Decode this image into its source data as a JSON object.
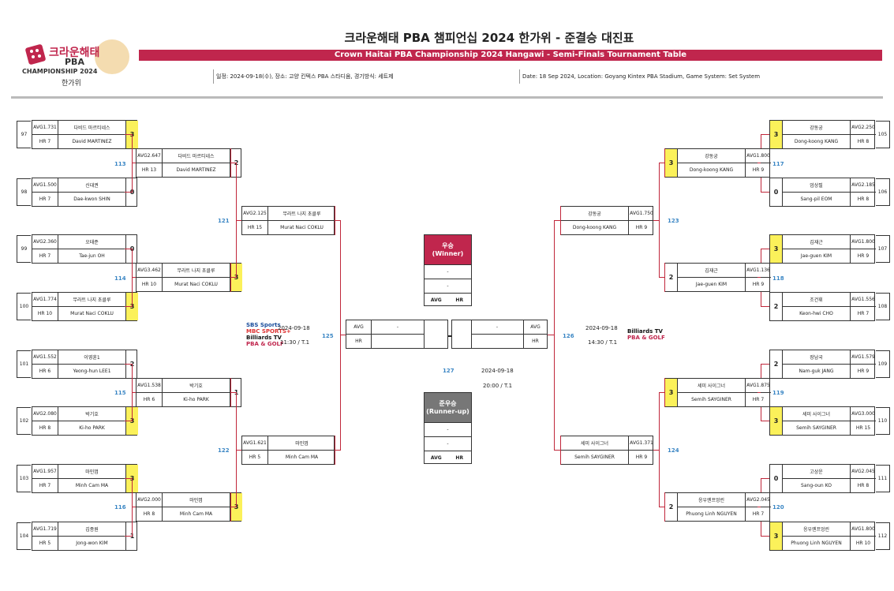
{
  "header": {
    "logo": {
      "line1": "크라운해태",
      "line2": "PBA",
      "line3": "CHAMPIONSHIP 2024",
      "line4": "한가위"
    },
    "title_ko": "크라운해태 PBA 챔피언십 2024 한가위 - 준결승 대진표",
    "title_en": "Crown Haitai PBA Championship 2024 Hangawi - Semi-Finals Tournament Table",
    "info_ko": "일정: 2024-09-18(수), 장소: 고양 킨텍스 PBA 스타디움, 경기방식: 세트제",
    "info_en": "Date: 18 Sep 2024, Location: Goyang Kintex PBA Stadium, Game System: Set System"
  },
  "r1_left": [
    {
      "num": "97",
      "avg": "AVG1.731",
      "hr": "HR 7",
      "ko": "다비드 마르티네스",
      "en": "David MARTINEZ",
      "score": "3",
      "win": true
    },
    {
      "num": "98",
      "avg": "AVG1.500",
      "hr": "HR 7",
      "ko": "신대권",
      "en": "Dae-kwon SHIN",
      "score": "0",
      "win": false
    },
    {
      "num": "99",
      "avg": "AVG2.360",
      "hr": "HR 7",
      "ko": "오태준",
      "en": "Tae-jun OH",
      "score": "0",
      "win": false
    },
    {
      "num": "100",
      "avg": "AVG1.774",
      "hr": "HR 10",
      "ko": "무라트 나지 초클루",
      "en": "Murat Naci COKLU",
      "score": "3",
      "win": true
    },
    {
      "num": "101",
      "avg": "AVG1.552",
      "hr": "HR 6",
      "ko": "이영훈1",
      "en": "Yeong-hun LEE1",
      "score": "2",
      "win": false
    },
    {
      "num": "102",
      "avg": "AVG2.080",
      "hr": "HR 8",
      "ko": "박기호",
      "en": "Ki-ho PARK",
      "score": "3",
      "win": true
    },
    {
      "num": "103",
      "avg": "AVG1.957",
      "hr": "HR 7",
      "ko": "마민껌",
      "en": "Minh Cam MA",
      "score": "3",
      "win": true
    },
    {
      "num": "104",
      "avg": "AVG1.719",
      "hr": "HR 5",
      "ko": "김종원",
      "en": "Jong-won KIM",
      "score": "1",
      "win": false
    }
  ],
  "r2_left": [
    {
      "avg": "AVG2.647",
      "hr": "HR 13",
      "ko": "다비드 마르티네스",
      "en": "David MARTINEZ",
      "score": "2",
      "win": false
    },
    {
      "avg": "AVG3.462",
      "hr": "HR 10",
      "ko": "무라트 나지 초클루",
      "en": "Murat Naci COKLU",
      "score": "3",
      "win": true
    },
    {
      "avg": "AVG1.538",
      "hr": "HR 6",
      "ko": "박기호",
      "en": "Ki-ho PARK",
      "score": "1",
      "win": false
    },
    {
      "avg": "AVG2.000",
      "hr": "HR 8",
      "ko": "마민껌",
      "en": "Minh Cam MA",
      "score": "3",
      "win": true
    }
  ],
  "r3_left": [
    {
      "avg": "AVG2.125",
      "hr": "HR 15",
      "ko": "무라트 나지 초클루",
      "en": "Murat Naci COKLU"
    },
    {
      "avg": "AVG1.621",
      "hr": "HR 5",
      "ko": "마민껌",
      "en": "Minh Cam MA"
    }
  ],
  "r1_right": [
    {
      "num": "105",
      "avg": "AVG2.250",
      "hr": "HR 8",
      "ko": "강동궁",
      "en": "Dong-koong KANG",
      "score": "3",
      "win": true
    },
    {
      "num": "106",
      "avg": "AVG2.185",
      "hr": "HR 8",
      "ko": "엄상필",
      "en": "Sang-pil EOM",
      "score": "0",
      "win": false
    },
    {
      "num": "107",
      "avg": "AVG1.800",
      "hr": "HR 9",
      "ko": "김재근",
      "en": "Jae-guen KIM",
      "score": "3",
      "win": true
    },
    {
      "num": "108",
      "avg": "AVG1.556",
      "hr": "HR 7",
      "ko": "조건휘",
      "en": "Keon-hwi CHO",
      "score": "2",
      "win": false
    },
    {
      "num": "109",
      "avg": "AVG1.579",
      "hr": "HR 9",
      "ko": "장남국",
      "en": "Nam-guk JANG",
      "score": "2",
      "win": false
    },
    {
      "num": "110",
      "avg": "AVG3.000",
      "hr": "HR 15",
      "ko": "세미 사이그너",
      "en": "Semih SAYGINER",
      "score": "3",
      "win": true
    },
    {
      "num": "111",
      "avg": "AVG2.045",
      "hr": "HR 8",
      "ko": "고상운",
      "en": "Sang-oun KO",
      "score": "0",
      "win": false
    },
    {
      "num": "112",
      "avg": "AVG1.800",
      "hr": "HR 10",
      "ko": "응우옌프엉린",
      "en": "Phuong Linh NGUYEN",
      "score": "3",
      "win": true
    }
  ],
  "r2_right": [
    {
      "avg": "AVG1.800",
      "hr": "HR 9",
      "ko": "강동궁",
      "en": "Dong-koong KANG",
      "score": "3",
      "win": true
    },
    {
      "avg": "AVG1.136",
      "hr": "HR 9",
      "ko": "김재근",
      "en": "Jae-guen KIM",
      "score": "2",
      "win": false
    },
    {
      "avg": "AVG1.875",
      "hr": "HR 7",
      "ko": "세미 사이그너",
      "en": "Semih SAYGINER",
      "score": "3",
      "win": true
    },
    {
      "avg": "AVG2.045",
      "hr": "HR 7",
      "ko": "응우옌프엉린",
      "en": "Phuong Linh NGUYEN",
      "score": "2",
      "win": false
    }
  ],
  "r3_right": [
    {
      "avg": "AVG1.750",
      "hr": "HR 9",
      "ko": "강동궁",
      "en": "Dong-koong KANG"
    },
    {
      "avg": "AVG1.371",
      "hr": "HR 9",
      "ko": "세미 사이그너",
      "en": "Semih SAYGINER"
    }
  ],
  "games": {
    "left_r1": [
      "113",
      "114",
      "115",
      "116"
    ],
    "left_r2": [
      "121",
      "122"
    ],
    "sf_left": "125",
    "right_r1": [
      "117",
      "118",
      "119",
      "120"
    ],
    "right_r2": [
      "123",
      "124"
    ],
    "sf_right": "126",
    "final": "127"
  },
  "winner": {
    "title": "우승",
    "subtitle": "(Winner)",
    "row1": "-",
    "row2": "-",
    "avg": "AVG",
    "hr": "HR"
  },
  "runnerup": {
    "title": "준우승",
    "subtitle": "(Runner-up)",
    "row1": "-",
    "row2": "-",
    "avg": "AVG",
    "hr": "HR"
  },
  "semi_left": {
    "avg_label": "AVG",
    "hr_label": "HR",
    "value": "-",
    "date": "2024-09-18",
    "time": "11:30 / T.1",
    "broadcaster": [
      "SBS Sports",
      "MBC SPORTS+",
      "Billiards TV",
      "PBA & GOLF"
    ]
  },
  "semi_right": {
    "avg_label": "AVG",
    "hr_label": "HR",
    "value": "-",
    "date": "2024-09-18",
    "time": "14:30 / T.1",
    "broadcaster": [
      "Billiards TV",
      "PBA & GOLF"
    ]
  },
  "final_info": {
    "date": "2024-09-18",
    "time": "20:00 / T.1"
  },
  "colors": {
    "accent": "#c0264d",
    "win": "#fbf15a",
    "line": "#c0263a",
    "game_no": "#3a86c4"
  }
}
